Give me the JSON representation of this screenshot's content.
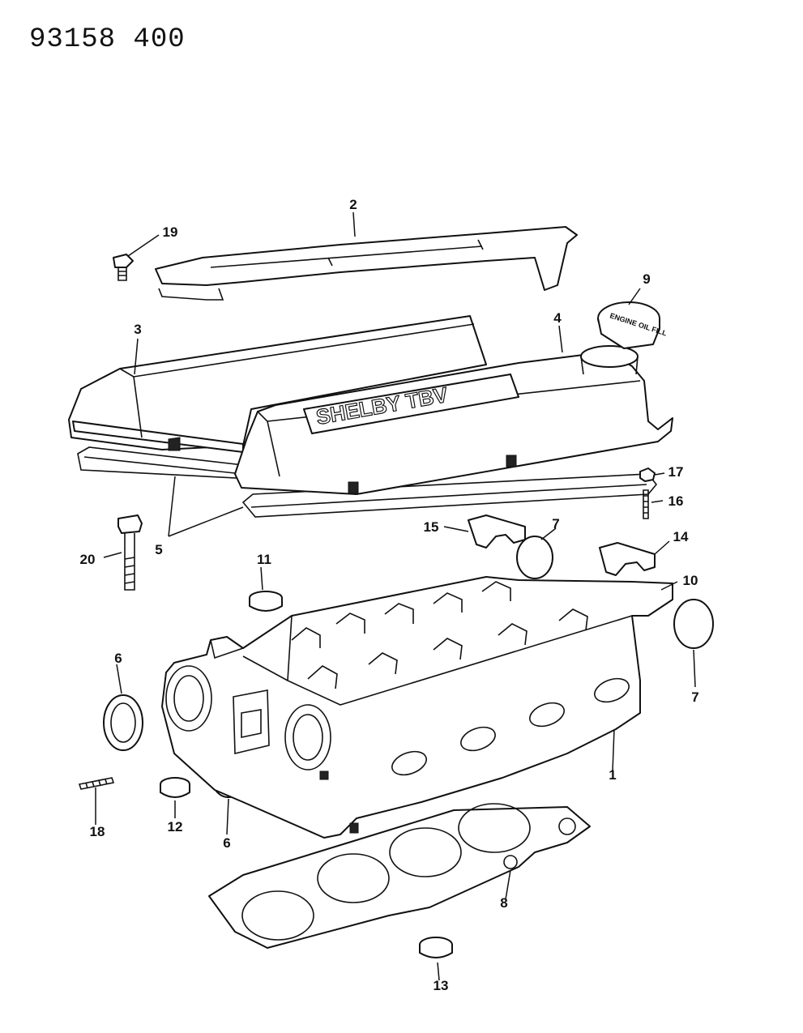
{
  "diagram": {
    "reference_number": "93158 400",
    "callouts": [
      {
        "id": "c1",
        "label": "1"
      },
      {
        "id": "c2",
        "label": "2"
      },
      {
        "id": "c3",
        "label": "3"
      },
      {
        "id": "c4",
        "label": "4"
      },
      {
        "id": "c5",
        "label": "5"
      },
      {
        "id": "c6a",
        "label": "6"
      },
      {
        "id": "c6b",
        "label": "6"
      },
      {
        "id": "c7a",
        "label": "7"
      },
      {
        "id": "c7b",
        "label": "7"
      },
      {
        "id": "c8",
        "label": "8"
      },
      {
        "id": "c9",
        "label": "9"
      },
      {
        "id": "c10",
        "label": "10"
      },
      {
        "id": "c11",
        "label": "11"
      },
      {
        "id": "c12",
        "label": "12"
      },
      {
        "id": "c13",
        "label": "13"
      },
      {
        "id": "c14",
        "label": "14"
      },
      {
        "id": "c15",
        "label": "15"
      },
      {
        "id": "c16",
        "label": "16"
      },
      {
        "id": "c17",
        "label": "17"
      },
      {
        "id": "c18",
        "label": "18"
      },
      {
        "id": "c19",
        "label": "19"
      },
      {
        "id": "c20",
        "label": "20"
      }
    ],
    "cover_logo_text": "SHELBY TBV",
    "oil_cap_text": "ENGINE OIL FILL"
  }
}
